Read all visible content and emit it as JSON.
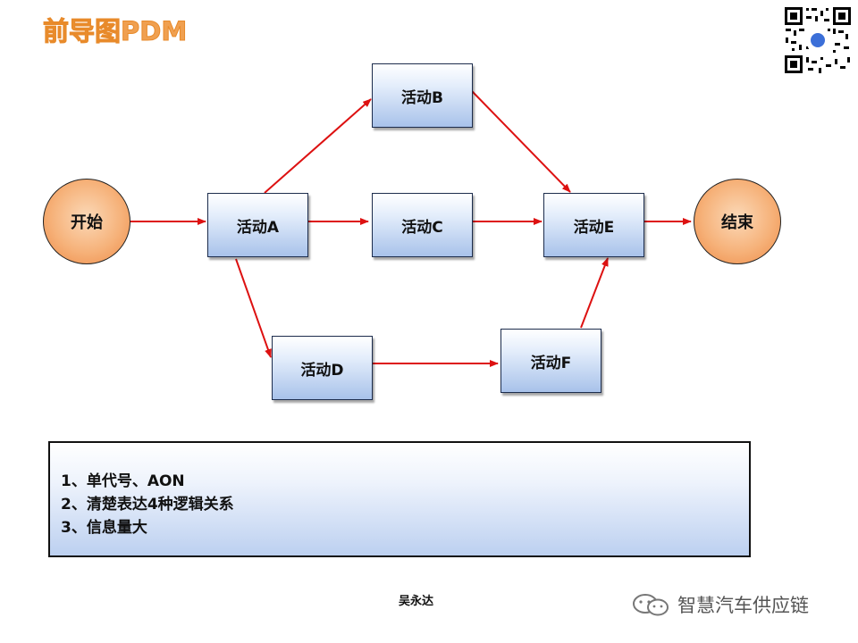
{
  "header": {
    "logo_text": "前导图PDM"
  },
  "diagram": {
    "nodes": {
      "start": "开始",
      "A": "活动A",
      "B": "活动B",
      "C": "活动C",
      "D": "活动D",
      "E": "活动E",
      "F": "活动F",
      "end": "结束"
    },
    "edges": [
      {
        "from": "start",
        "to": "A"
      },
      {
        "from": "A",
        "to": "B"
      },
      {
        "from": "A",
        "to": "C"
      },
      {
        "from": "A",
        "to": "D"
      },
      {
        "from": "B",
        "to": "E"
      },
      {
        "from": "C",
        "to": "E"
      },
      {
        "from": "D",
        "to": "F"
      },
      {
        "from": "F",
        "to": "E"
      },
      {
        "from": "E",
        "to": "end"
      }
    ],
    "colors": {
      "arrow": "#dd1111",
      "node_border": "#1c2c4c",
      "circle_fill": "#f6b27a"
    }
  },
  "notes": {
    "line1": "1、单代号、AON",
    "line2": "2、清楚表达4种逻辑关系",
    "line3": "3、信息量大"
  },
  "footer": {
    "author": "吴永达",
    "wechat_name": "智慧汽车供应链"
  }
}
